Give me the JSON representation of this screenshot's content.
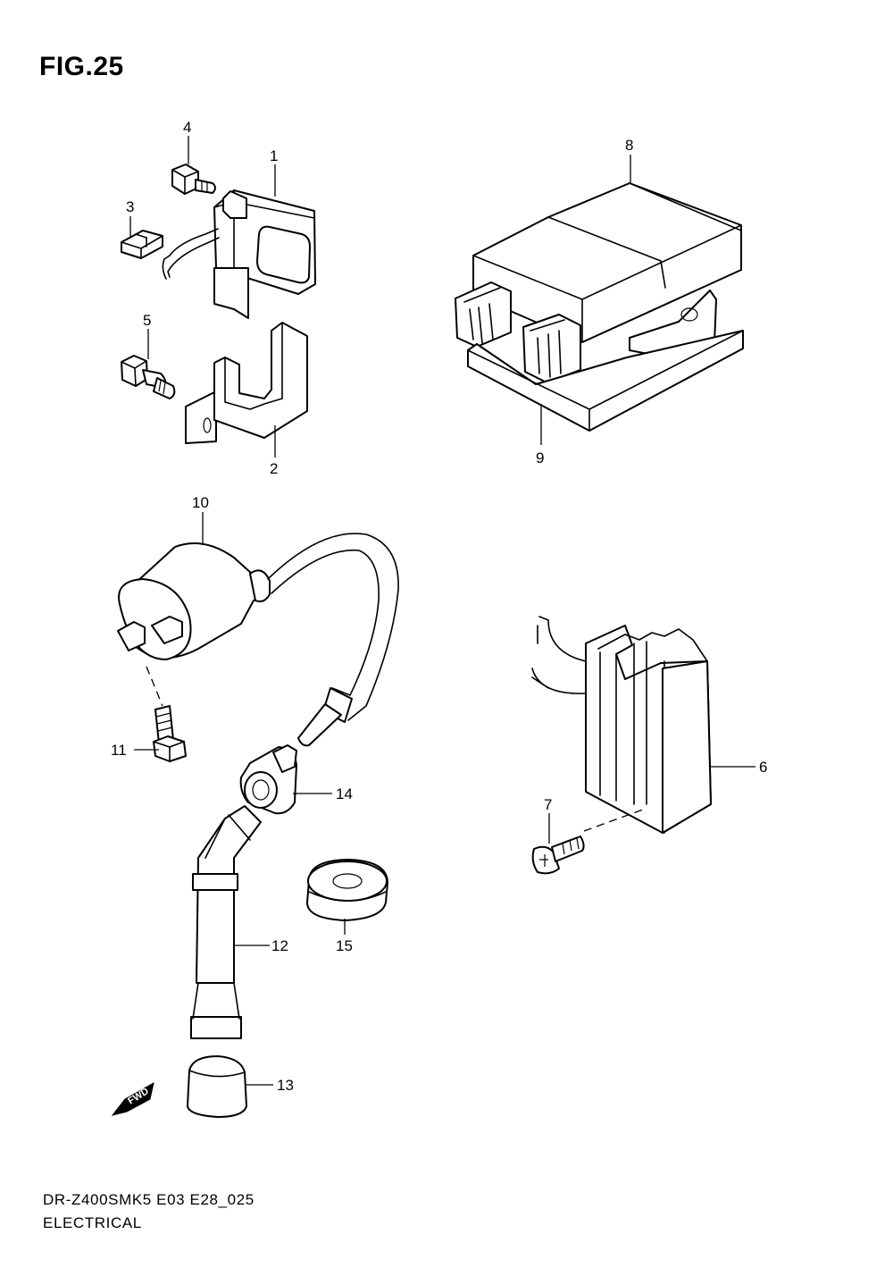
{
  "figure": {
    "title": "FIG.25",
    "model_code": "DR-Z400SMK5 E03 E28_025",
    "group_name": "ELECTRICAL"
  },
  "callouts": [
    "1",
    "2",
    "3",
    "4",
    "5",
    "6",
    "7",
    "8",
    "9",
    "10",
    "11",
    "12",
    "13",
    "14",
    "15"
  ],
  "direction_badge": "FWD"
}
